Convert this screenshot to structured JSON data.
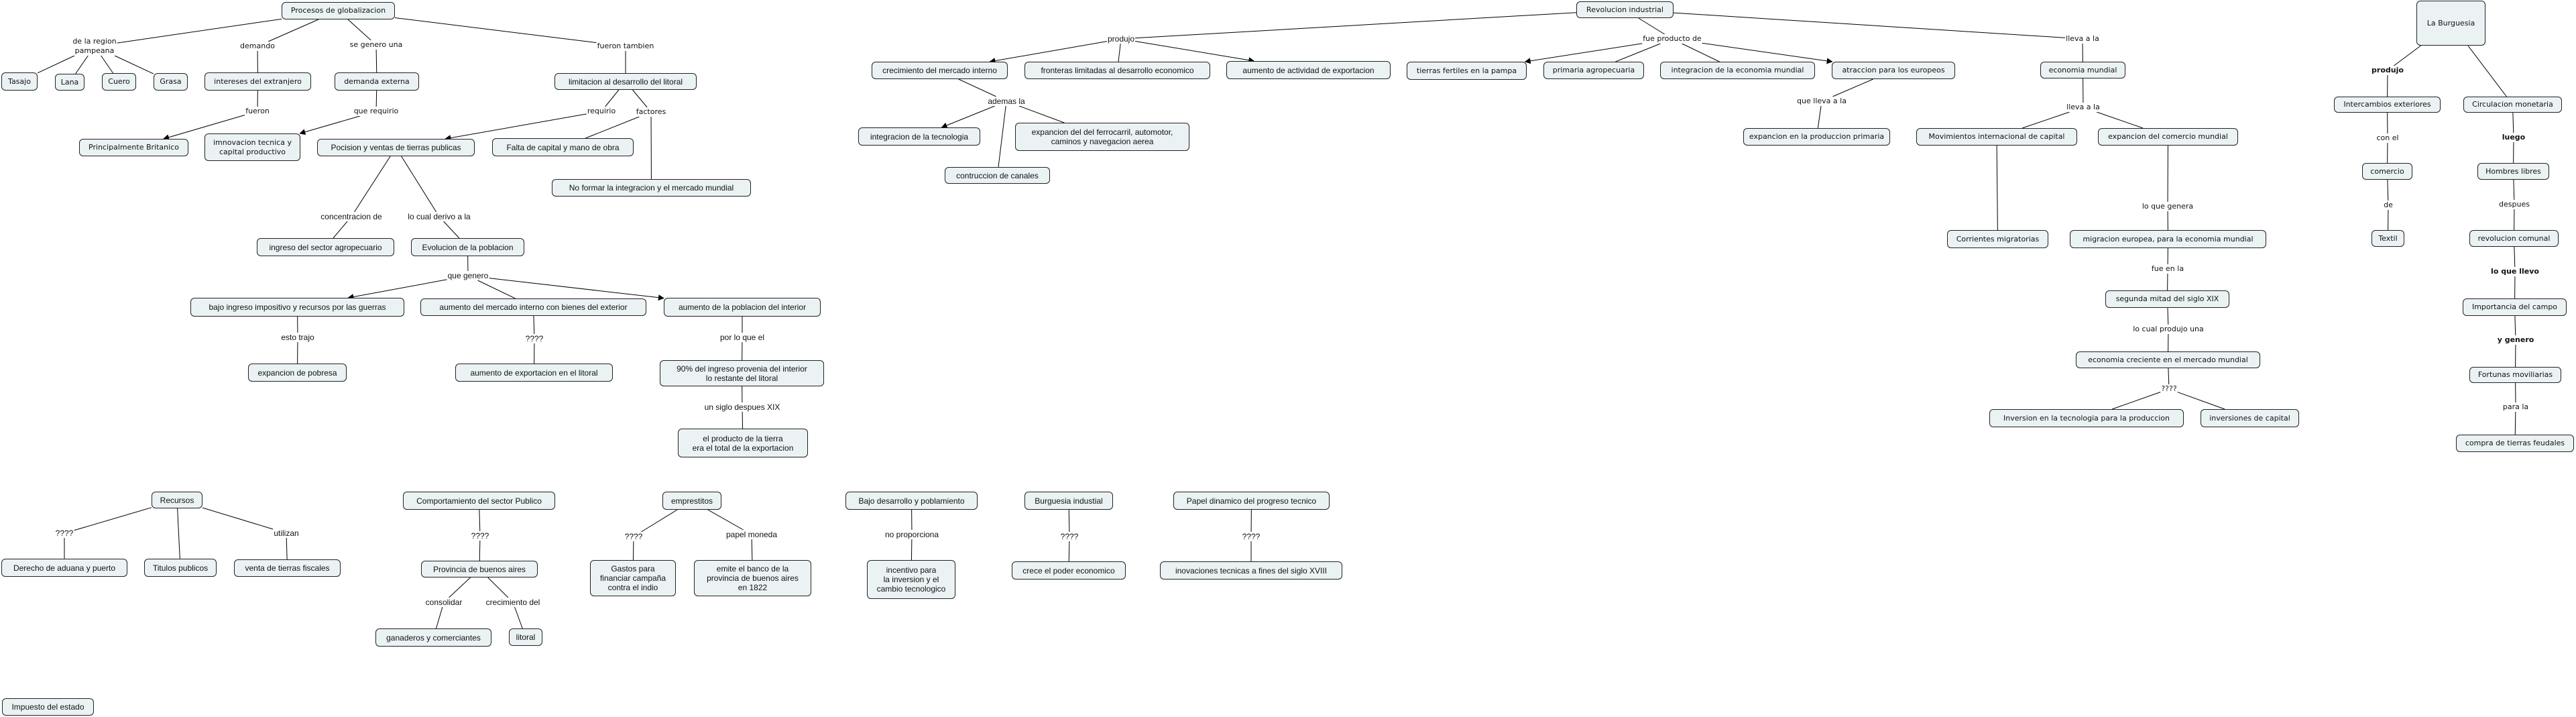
{
  "nodes": {
    "procesos": "Procesos de globalizacion",
    "tasajo": "Tasajo",
    "lana": "Lana",
    "cuero": "Cuero",
    "grasa": "Grasa",
    "intereses": "intereses del extranjero",
    "demanda_ext": "demanda externa",
    "britanico": "Principalmente Britanico",
    "imnovacion": "imnovacion tecnica y\ncapital productivo",
    "pocision": "Pocision y ventas de tierras publicas",
    "limitacion": "limitacion al desarrollo del litoral",
    "falta": "Falta de capital y mano de obra",
    "no_formar": "No formar la integracion y el mercado mundial",
    "ingreso": "ingreso del sector agropecuario",
    "evolucion": "Evolucion de la poblacion",
    "bajo": "bajo ingreso impositivo y recursos por las guerras",
    "aumento_mercado": "aumento del mercado interno con bienes del exterior",
    "aumento_poblacion": "aumento de la poblacion del interior",
    "pobresa": "expancion de pobresa",
    "aumento_export": "aumento de exportacion en el litoral",
    "noventa": "90% del ingreso provenia del interior\nlo restante del litoral",
    "producto": "el producto de la tierra\nera el total de la exportacion",
    "recursos": "Recursos",
    "derecho": "Derecho de aduana y puerto",
    "titulos": "Titulos publicos",
    "venta_tierras": "venta de tierras fiscales",
    "comportamiento": "Comportamiento del sector Publico",
    "provincia": "Provincia de buenos aires",
    "ganaderos": "ganaderos y comerciantes",
    "litoral": "litoral",
    "impuesto": "Impuesto del estado",
    "emprestitos": "emprestitos",
    "gastos": "Gastos para\nfinanciar campaña\ncontra el indio",
    "emite": "emite el banco de la\nprovincia de buenos aires\nen 1822",
    "bajo_desarrollo": "Bajo desarrollo y poblamiento",
    "incentivo": "incentivo para\nla inversion y el\ncambio tecnologico",
    "burguesia_ind": "Burguesia industial",
    "crece": "crece el poder economico",
    "papel_dinamico": "Papel dinamico del progreso tecnico",
    "inovaciones": "inovaciones tecnicas a fines del siglo XVIII",
    "crecimiento_mi": "crecimiento del mercado interno",
    "fronteras": "fronteras limitadas al desarrollo economico",
    "aumento_actividad": "aumento de actividad de exportacion",
    "integracion_tec": "integracion de la tecnologia",
    "ferrocarril": "expancion del del ferrocarril, automotor,\ncaminos y navegacion aerea",
    "canales": "contruccion de canales",
    "revolucion": "Revolucion industrial",
    "tierras_fertiles": "tierras fertiles en la pampa",
    "primaria": "primaria agropecuaria",
    "integracion_eco": "integracion de la economia mundial",
    "atraccion": "atraccion para los europeos",
    "expancion_prim": "expancion en la produccion primaria",
    "economia_mundial": "economia mundial",
    "movimientos": "Movimientos internacional de capital",
    "comercio_mundial": "expancion del comercio mundial",
    "corrientes": "Corrientes migratorias",
    "migracion": "migracion europea, para la economia mundial",
    "segunda": "segunda mitad del siglo XIX",
    "eco_creciente": "economia creciente en el mercado mundial",
    "inversion_tec": "Inversion en la tecnologia para la produccion",
    "inversiones_cap": "inversiones de capital",
    "la_burguesia": "La Burguesia",
    "intercambios": "Intercambios exteriores",
    "comercio": "comercio",
    "textil": "Textil",
    "circulacion": "Circulacion monetaria",
    "hombres": "Hombres libres",
    "revolucion_comunal": "revolucion comunal",
    "importancia": "Importancia del campo",
    "fortunas": "Fortunas moviliarias",
    "compra": "compra de tierras feudales"
  },
  "links": {
    "l_region": "de la region\npampeana",
    "l_demando": "demando",
    "l_segenero": "se genero una",
    "l_fuerontambien": "fueron tambien",
    "l_fueron": "fueron",
    "l_querequirio": "que requirio",
    "l_requirio": "requirio",
    "l_factores": "factores",
    "l_concentracion": "concentracion de",
    "l_derivo": "lo cual derivo a la",
    "l_quegenero": "que genero",
    "l_esto": "esto trajo",
    "l_q1": "????",
    "l_porloque": "por lo que el",
    "l_siglo": "un siglo despues XIX",
    "l_q2": "????",
    "l_utilizan": "utilizan",
    "l_q3": "????",
    "l_consolidar": "consolidar",
    "l_crecimiento": "crecimiento del",
    "l_q4": "????",
    "l_papel": "papel moneda",
    "l_noprop": "no proporciona",
    "l_q5": "????",
    "l_q6": "????",
    "l_produjo": "produjo",
    "l_ademas": "ademas la",
    "l_fueproducto": "fue producto de",
    "l_quelleva": "que lleva a la",
    "l_llevaala": "lleva a la",
    "l_llevaala2": "lleva a la",
    "l_loquegenera": "lo que genera",
    "l_fueenla": "fue en la",
    "l_locual": "lo cual produjo una",
    "l_q7": "????",
    "l_produjo_b": "produjo",
    "l_conel": "con el",
    "l_de": "de",
    "l_luego": "luego",
    "l_despues": "despues",
    "l_loquellevo": "lo que llevo",
    "l_ygenero": "y genero",
    "l_parala": "para la"
  }
}
